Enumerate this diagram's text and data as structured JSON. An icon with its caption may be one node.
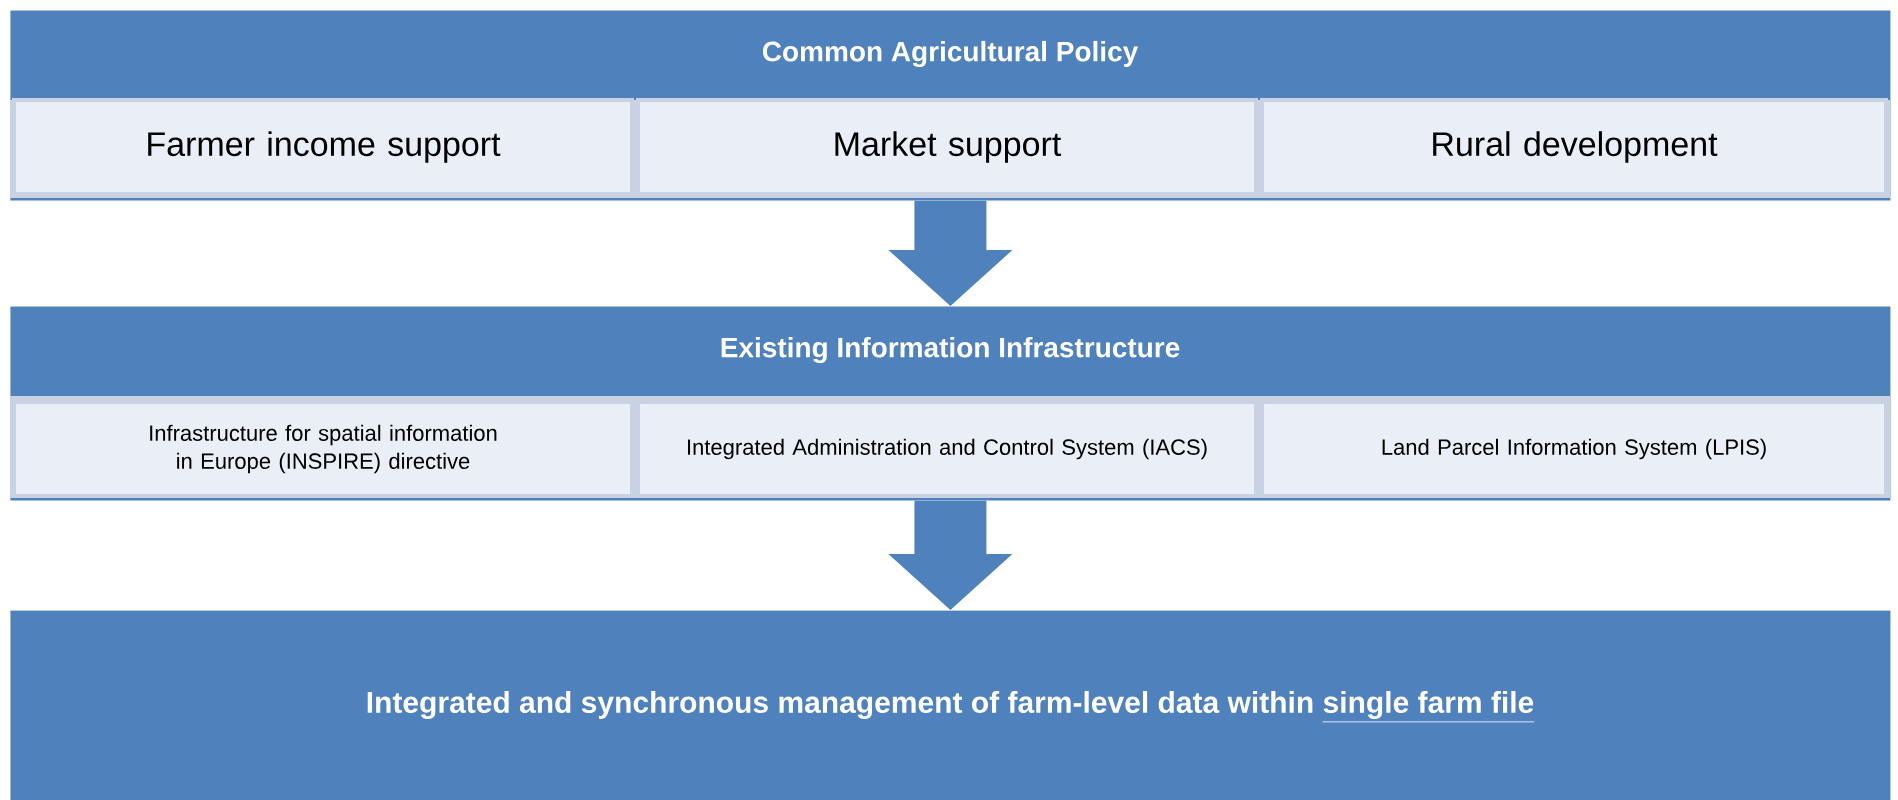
{
  "diagram": {
    "nodes": [
      {
        "text": [
          "Common Agricultural Policy"
        ]
      },
      {
        "text": [
          "Farmer income support"
        ],
        "in": 0
      },
      {
        "text": [
          "Market support"
        ],
        "in": 0
      },
      {
        "text": [
          "Rural development"
        ],
        "in": 0
      },
      {
        "text": [
          "Existing Information Infrastructure"
        ]
      },
      {
        "text": [
          "Infrastructure for spatial information in Europe (INSPIRE) directive"
        ],
        "in": 4
      },
      {
        "text": [
          "Integrated Administration and Control System (IACS)"
        ],
        "in": 4
      },
      {
        "text": [
          "Land Parcel Information System (LPIS)"
        ],
        "in": 4
      },
      {
        "text": [
          "Integrated and synchronous management of farm-level data within",
          "single farm file"
        ]
      }
    ],
    "edges": [
      {
        "from": 0,
        "to": 4,
        "arrow": "to"
      },
      {
        "from": 4,
        "to": 8,
        "arrow": "to"
      }
    ]
  }
}
